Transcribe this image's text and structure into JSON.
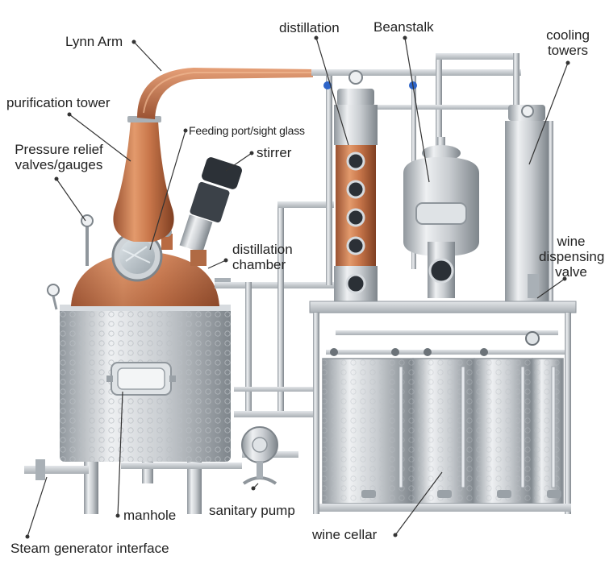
{
  "colors": {
    "copper": "#c8764a",
    "copper_dark": "#8e4a2a",
    "steel": "#c9cdd1",
    "steel_dark": "#8f969c",
    "steel_light": "#eef0f2",
    "leader": "#333333"
  },
  "labels": {
    "lynn_arm": "Lynn Arm",
    "purification_tower": "purification tower",
    "feeding_port": "Feeding port/sight glass",
    "stirrer": "stirrer",
    "pressure_relief_1": "Pressure relief",
    "pressure_relief_2": "valves/gauges",
    "distillation_chamber_1": "distillation",
    "distillation_chamber_2": "chamber",
    "manhole": "manhole",
    "sanitary_pump": "sanitary pump",
    "steam_generator": "Steam generator interface",
    "distillation": "distillation",
    "beanstalk": "Beanstalk",
    "cooling_towers_1": "cooling",
    "cooling_towers_2": "towers",
    "wine_dispensing_1": "wine",
    "wine_dispensing_2": "dispensing",
    "wine_dispensing_3": "valve",
    "wine_cellar": "wine cellar"
  }
}
